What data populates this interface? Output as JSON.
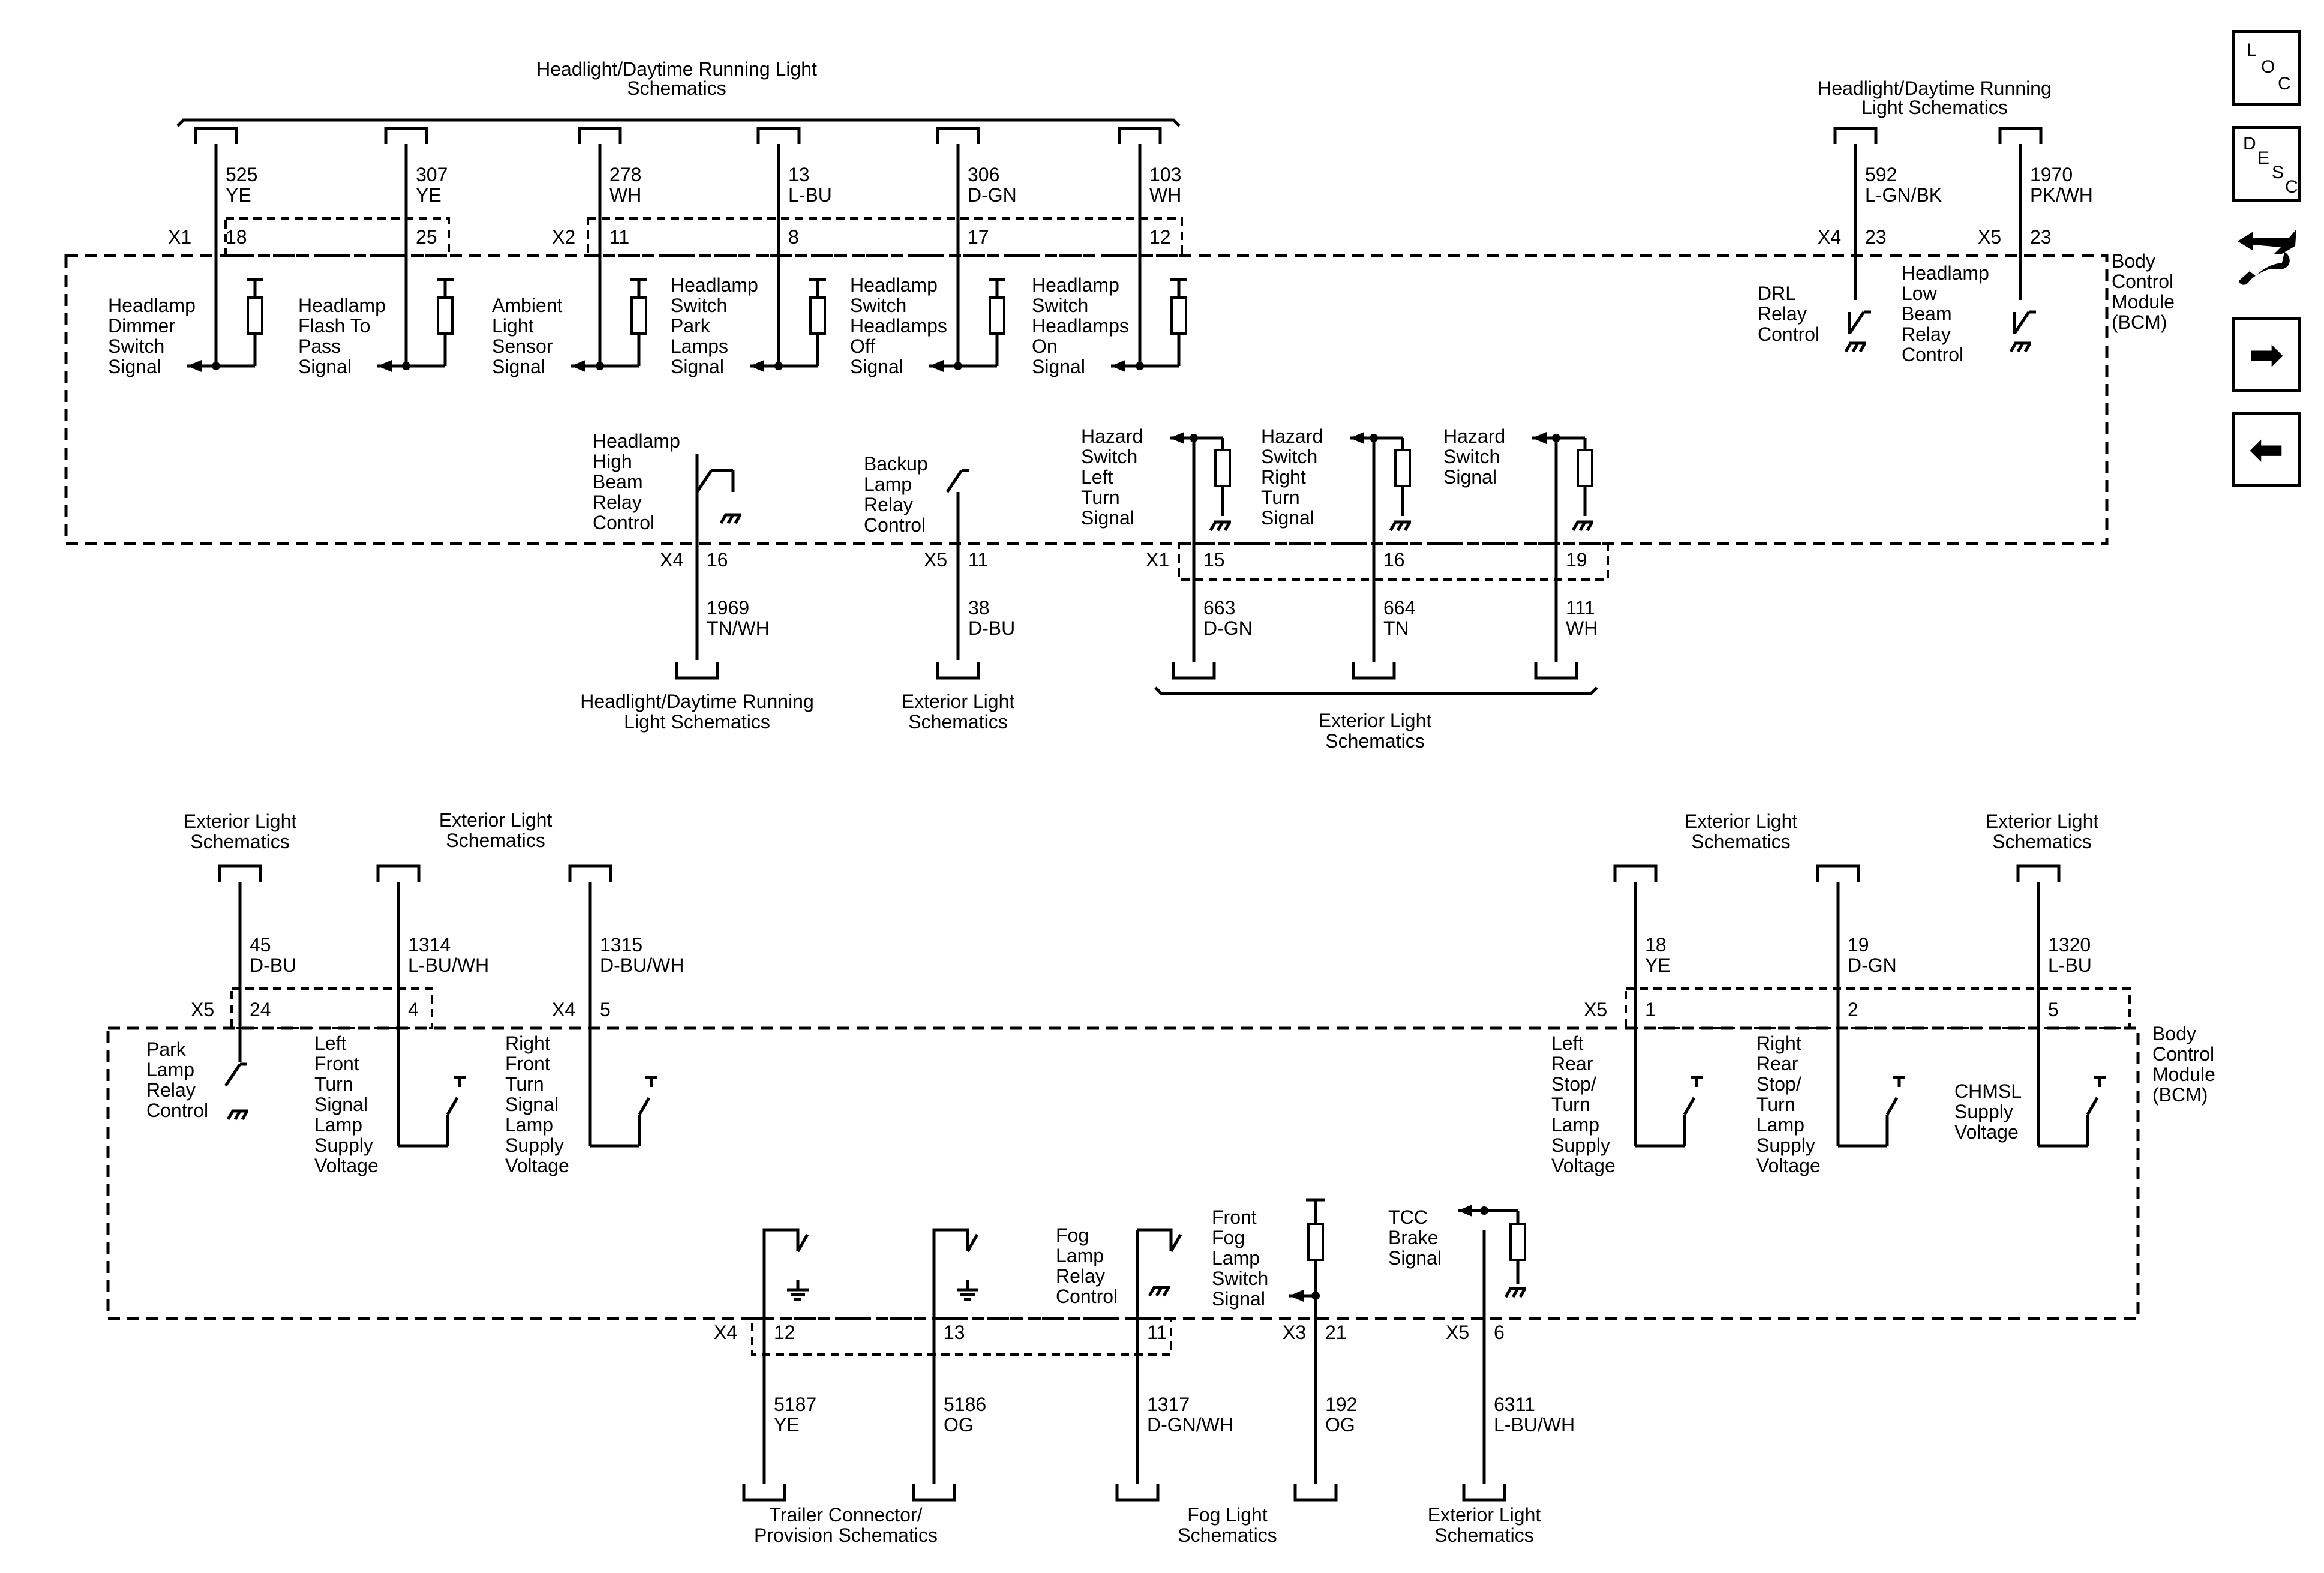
{
  "nav": {
    "loc": [
      "L",
      "O",
      "C"
    ],
    "desc": [
      "D",
      "E",
      "S",
      "C"
    ],
    "icons": [
      "loc-button",
      "desc-button",
      "connector-view-icon",
      "next-page-arrow-icon",
      "previous-page-arrow-icon"
    ]
  },
  "top": {
    "header_left": [
      "Headlight/Daytime Running Light",
      "Schematics"
    ],
    "header_right": [
      "Headlight/Daytime Running",
      "Light Schematics"
    ],
    "module": [
      "Body",
      "Control",
      "Module",
      "(BCM)"
    ],
    "connectors": {
      "x1": "X1",
      "x2": "X2",
      "x4": "X4",
      "x5": "X5"
    },
    "wires": [
      {
        "num": "525",
        "color": "YE",
        "pin": "18"
      },
      {
        "num": "307",
        "color": "YE",
        "pin": "25"
      },
      {
        "num": "278",
        "color": "WH",
        "pin": "11"
      },
      {
        "num": "13",
        "color": "L-BU",
        "pin": "8"
      },
      {
        "num": "306",
        "color": "D-GN",
        "pin": "17"
      },
      {
        "num": "103",
        "color": "WH",
        "pin": "12"
      },
      {
        "num": "592",
        "color": "L-GN/BK",
        "pin": "23"
      },
      {
        "num": "1970",
        "color": "PK/WH",
        "pin": "23"
      }
    ],
    "inputs": [
      [
        "Headlamp",
        "Dimmer",
        "Switch",
        "Signal"
      ],
      [
        "Headlamp",
        "Flash To",
        "Pass",
        "Signal"
      ],
      [
        "Ambient",
        "Light",
        "Sensor",
        "Signal"
      ],
      [
        "Headlamp",
        "Switch",
        "Park",
        "Lamps",
        "Signal"
      ],
      [
        "Headlamp",
        "Switch",
        "Headlamps",
        "Off",
        "Signal"
      ],
      [
        "Headlamp",
        "Switch",
        "Headlamps",
        "On",
        "Signal"
      ]
    ],
    "drl": [
      "DRL",
      "Relay",
      "Control"
    ],
    "low_beam": [
      "Headlamp",
      "Low",
      "Beam",
      "Relay",
      "Control"
    ],
    "high_beam": [
      "Headlamp",
      "High",
      "Beam",
      "Relay",
      "Control"
    ],
    "backup": [
      "Backup",
      "Lamp",
      "Relay",
      "Control"
    ],
    "hazard_left": [
      "Hazard",
      "Switch",
      "Left",
      "Turn",
      "Signal"
    ],
    "hazard_right": [
      "Hazard",
      "Switch",
      "Right",
      "Turn",
      "Signal"
    ],
    "hazard": [
      "Hazard",
      "Switch",
      "Signal"
    ],
    "bottom_wires": [
      {
        "num": "1969",
        "color": "TN/WH",
        "pin": "16"
      },
      {
        "num": "38",
        "color": "D-BU",
        "pin": "11"
      },
      {
        "num": "663",
        "color": "D-GN",
        "pin": "15"
      },
      {
        "num": "664",
        "color": "TN",
        "pin": "16"
      },
      {
        "num": "111",
        "color": "WH",
        "pin": "19"
      }
    ],
    "footer_headlight": [
      "Headlight/Daytime Running",
      "Light Schematics"
    ],
    "footer_backup": [
      "Exterior Light",
      "Schematics"
    ],
    "footer_hazard": [
      "Exterior Light",
      "Schematics"
    ]
  },
  "bottom": {
    "header_ext": [
      "Exterior Light",
      "Schematics"
    ],
    "module": [
      "Body",
      "Control",
      "Module",
      "(BCM)"
    ],
    "connectors": {
      "x3": "X3",
      "x4": "X4",
      "x5": "X5"
    },
    "top_wires": [
      {
        "num": "45",
        "color": "D-BU",
        "pin": "24"
      },
      {
        "num": "1314",
        "color": "L-BU/WH",
        "pin": "4"
      },
      {
        "num": "1315",
        "color": "D-BU/WH",
        "pin": "5"
      },
      {
        "num": "18",
        "color": "YE",
        "pin": "1"
      },
      {
        "num": "19",
        "color": "D-GN",
        "pin": "2"
      },
      {
        "num": "1320",
        "color": "L-BU",
        "pin": "5"
      }
    ],
    "park": [
      "Park",
      "Lamp",
      "Relay",
      "Control"
    ],
    "left_front": [
      "Left",
      "Front",
      "Turn",
      "Signal",
      "Lamp",
      "Supply",
      "Voltage"
    ],
    "right_front": [
      "Right",
      "Front",
      "Turn",
      "Signal",
      "Lamp",
      "Supply",
      "Voltage"
    ],
    "left_rear": [
      "Left",
      "Rear",
      "Stop/",
      "Turn",
      "Lamp",
      "Supply",
      "Voltage"
    ],
    "right_rear": [
      "Right",
      "Rear",
      "Stop/",
      "Turn",
      "Lamp",
      "Supply",
      "Voltage"
    ],
    "chmsl": [
      "CHMSL",
      "Supply",
      "Voltage"
    ],
    "fog_relay": [
      "Fog",
      "Lamp",
      "Relay",
      "Control"
    ],
    "front_fog": [
      "Front",
      "Fog",
      "Lamp",
      "Switch",
      "Signal"
    ],
    "tcc": [
      "TCC",
      "Brake",
      "Signal"
    ],
    "lower_wires": [
      {
        "num": "5187",
        "color": "YE",
        "pin": "12"
      },
      {
        "num": "5186",
        "color": "OG",
        "pin": "13"
      },
      {
        "num": "1317",
        "color": "D-GN/WH",
        "pin": "11"
      },
      {
        "num": "192",
        "color": "OG",
        "pin": "21"
      },
      {
        "num": "6311",
        "color": "L-BU/WH",
        "pin": "6"
      }
    ],
    "footer_trailer": [
      "Trailer Connector/",
      "Provision Schematics"
    ],
    "footer_fog": [
      "Fog Light",
      "Schematics"
    ],
    "footer_ext": [
      "Exterior Light",
      "Schematics"
    ]
  }
}
